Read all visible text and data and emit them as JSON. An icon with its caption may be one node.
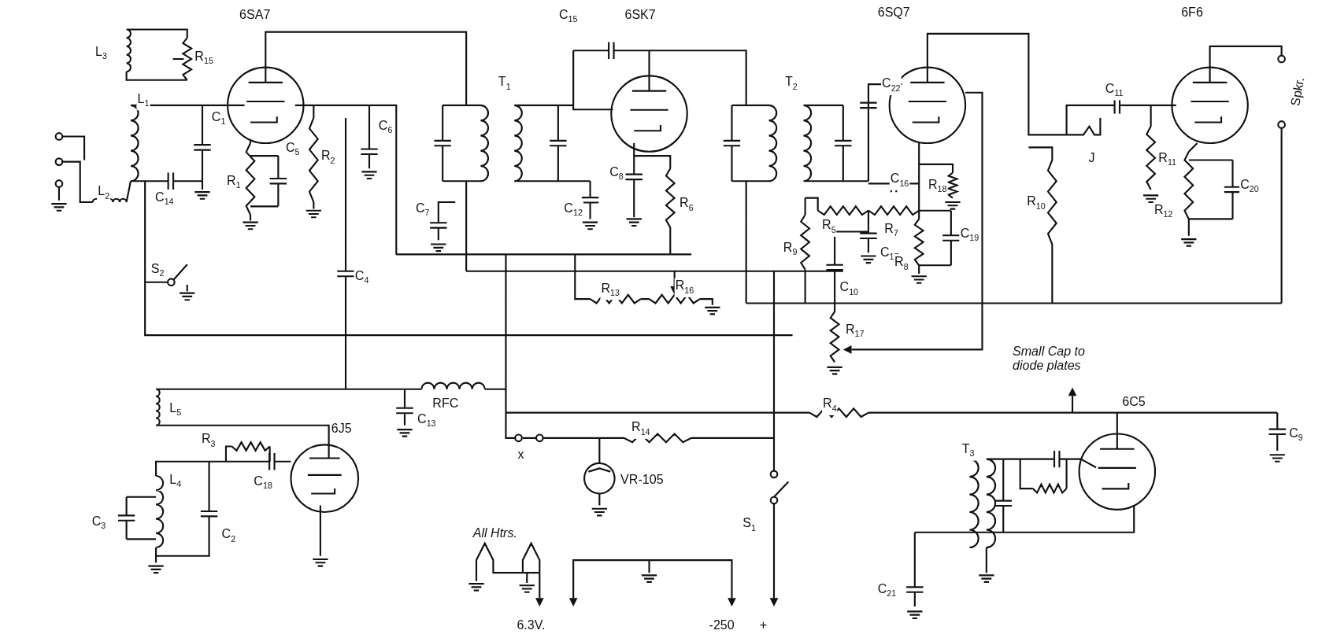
{
  "diagram": {
    "labels": [
      "6SA7",
      "L$_{3}$",
      "R$_{15}$",
      "C$_{15}$",
      "6SK7",
      "6SQ7",
      "6F6",
      "T$_{1}$",
      "T$_{2}$",
      "C$_{22}$",
      "L$_{2}$",
      "L$_{1}$",
      "C$_{1}$",
      "C$_{11}$",
      "Spkr.",
      "C$_{6}$",
      "C$_{5}$",
      "R$_{2}$",
      "R$_{1}$",
      "C$_{14}$",
      "C$_{8}$",
      "C$_{7}$",
      "C$_{12}$",
      "R$_{6}$",
      "C$_{16}$",
      "R$_{18}$",
      "J",
      "R$_{11}$",
      "C$_{20}$",
      "R$_{10}$",
      "R$_{12}$",
      "R$_{5}$",
      "R$_{7}$",
      "C$_{19}$",
      "R$_{9}$",
      "C$_{17}$",
      "R$_{8}$",
      "C$_{10}$",
      "S$_{2}$",
      "C$_{4}$",
      "R$_{13}$",
      "R$_{16}$",
      "R$_{17}$",
      "Small Cap to diode plates",
      "L$_{5}$",
      "RFC",
      "R$_{4}$",
      "6C5",
      "C$_{9}$",
      "C$_{13}$",
      "R$_{3}$",
      "6J5",
      "R$_{14}$",
      "x",
      "T$_{3}$",
      "L$_{4}$",
      "C$_{18}$",
      "VR-105",
      "C$_{3}$",
      "C$_{2}$",
      "S$_{1}$",
      "All Htrs.",
      "C$_{21}$",
      "6.3V.",
      "-250",
      "+"
    ]
  }
}
